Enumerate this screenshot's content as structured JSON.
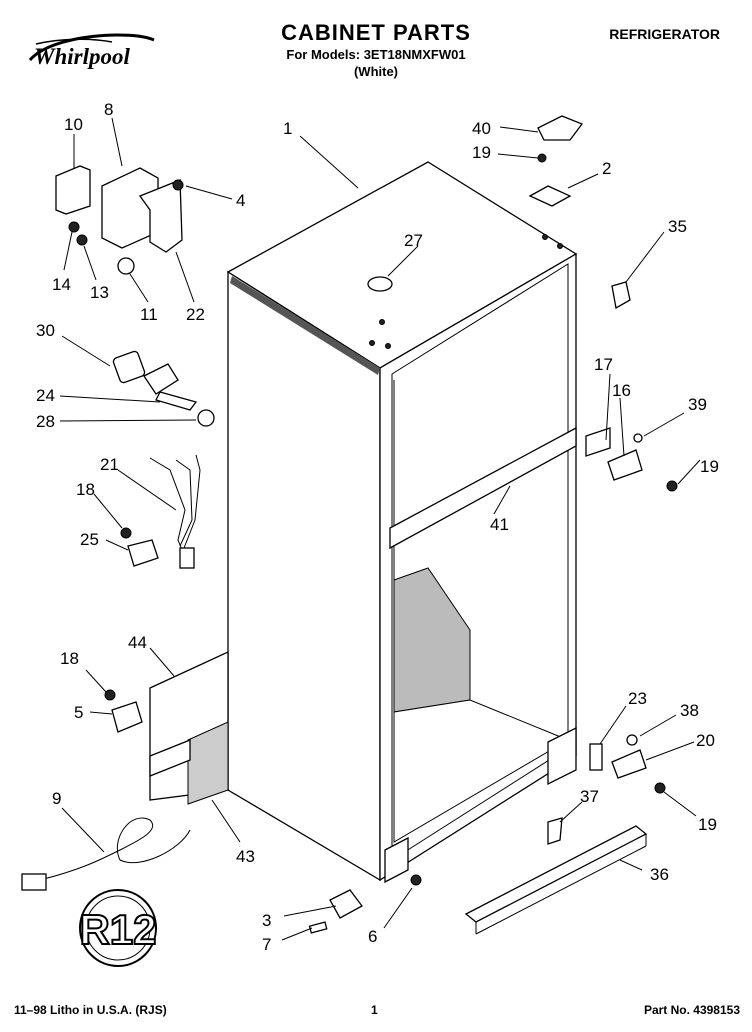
{
  "header": {
    "title": "CABINET PARTS",
    "models": "For Models: 3ET18NMXFW01",
    "color": "(White)",
    "category": "REFRIGERATOR",
    "brand": "Whirlpool"
  },
  "footer": {
    "left": "11–98 Litho in U.S.A. (RJS)",
    "page": "1",
    "part_no": "Part No. 4398153"
  },
  "callouts": {
    "c1": "1",
    "c2": "2",
    "c3": "3",
    "c4": "4",
    "c5": "5",
    "c6": "6",
    "c7": "7",
    "c8": "8",
    "c9": "9",
    "c10": "10",
    "c11": "11",
    "c13": "13",
    "c14": "14",
    "c16": "16",
    "c17": "17",
    "c18a": "18",
    "c18b": "18",
    "c19a": "19",
    "c19b": "19",
    "c19c": "19",
    "c20": "20",
    "c21": "21",
    "c22": "22",
    "c23": "23",
    "c24": "24",
    "c25": "25",
    "c27": "27",
    "c28": "28",
    "c30": "30",
    "c35": "35",
    "c36": "36",
    "c37": "37",
    "c38": "38",
    "c39": "39",
    "c40": "40",
    "c41": "41",
    "c43": "43",
    "c44": "44"
  },
  "badge": "R12"
}
